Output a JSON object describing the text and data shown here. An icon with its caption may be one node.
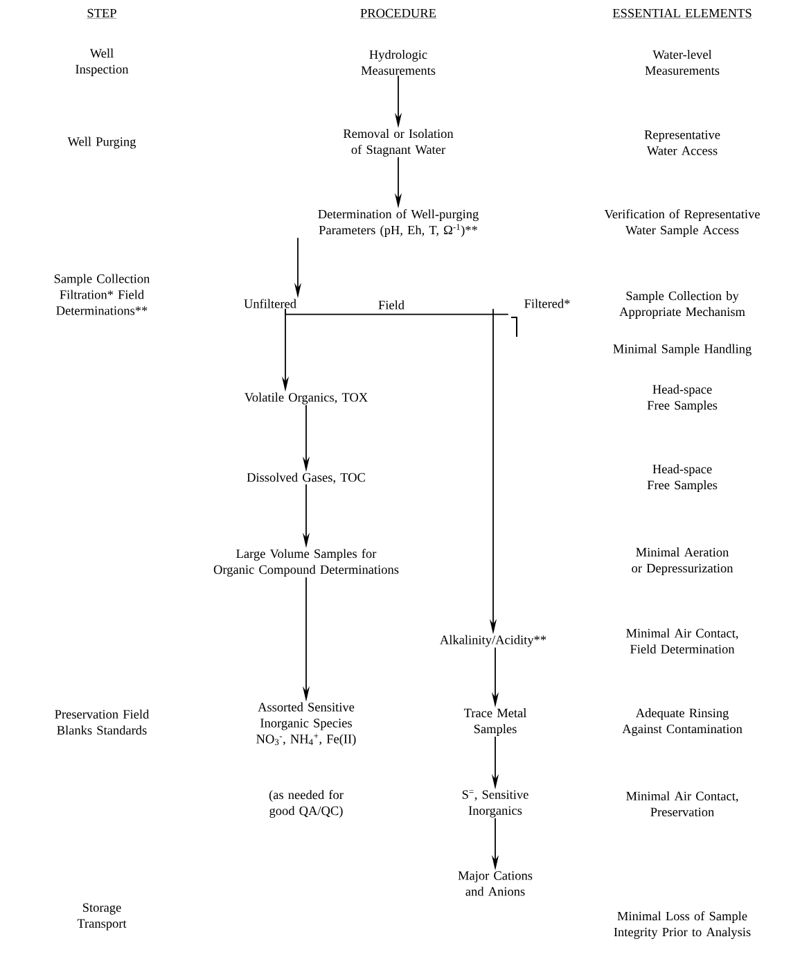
{
  "diagram": {
    "nodes": [
      {
        "text": [
          "Hydrologic Measurements"
        ]
      },
      {
        "text": [
          "Removal or Isolation of Stagnant Water"
        ]
      },
      {
        "text": [
          "Determination of Well-purging Parameters (pH, Eh, T, Ω$^{-1}$)**"
        ]
      },
      {
        "text": [
          "Unfiltered"
        ]
      },
      {
        "text": [
          "Filtered*"
        ]
      },
      {
        "text": [
          "Volatile Organics, TOX"
        ]
      },
      {
        "text": [
          "Dissolved Gases, TOC"
        ]
      },
      {
        "text": [
          "Large Volume Samples for Organic Compound Determinations"
        ]
      },
      {
        "text": [
          "Assorted Sensitive Inorganic Species NO$_{3}$$^{-}$, NH$_{4}$$^{+}$, Fe(II)"
        ],
        "beside": [
          "(as needed for good QA/QC)"
        ]
      },
      {
        "text": [
          "Alkalinity/Acidity**"
        ]
      },
      {
        "text": [
          "Trace Metal Samples"
        ]
      },
      {
        "text": [
          "S$^{=}$, Sensitive Inorganics"
        ]
      },
      {
        "text": [
          "Major Cations and Anions"
        ]
      }
    ],
    "edges": [
      {
        "from": 0,
        "to": 1,
        "arrow": "to"
      },
      {
        "from": 1,
        "to": 2,
        "arrow": "to"
      },
      {
        "from": 2,
        "to": 3,
        "arrow": "to"
      },
      {
        "from": 3,
        "to": 4,
        "arrow": "none"
      },
      {
        "from": 3,
        "to": 5,
        "arrow": "to"
      },
      {
        "from": 4,
        "to": 9,
        "arrow": "to"
      },
      {
        "from": 5,
        "to": 6,
        "arrow": "to"
      },
      {
        "from": 6,
        "to": 7,
        "arrow": "to"
      },
      {
        "from": 7,
        "to": 8,
        "arrow": "to"
      },
      {
        "from": 9,
        "to": 10,
        "arrow": "to"
      },
      {
        "from": 10,
        "to": 11,
        "arrow": "to"
      },
      {
        "from": 11,
        "to": 12,
        "arrow": "to"
      }
    ],
    "labels": [
      "STEP",
      "PROCEDURE",
      "ESSENTIAL ELEMENTS",
      "Well Inspection",
      "Well Purging",
      "Sample Collection Filtration* Field Determinations**",
      "Preservation Field Blanks Standards",
      "Storage Transport",
      "Field",
      "Water-level Measurements",
      "Representative Water Access",
      "Verification of Representative Water Sample Access",
      "Sample Collection by Appropriate Mechanism",
      "Minimal Sample Handling",
      "Head-space Free Samples",
      "Head-space Free Samples",
      "Minimal Aeration or Depressurization",
      "Minimal Air Contact, Field Determination",
      "Adequate Rinsing Against Contamination",
      "Minimal Air Contact, Preservation",
      "Minimal Loss of Sample Integrity Prior to Analysis"
    ]
  }
}
